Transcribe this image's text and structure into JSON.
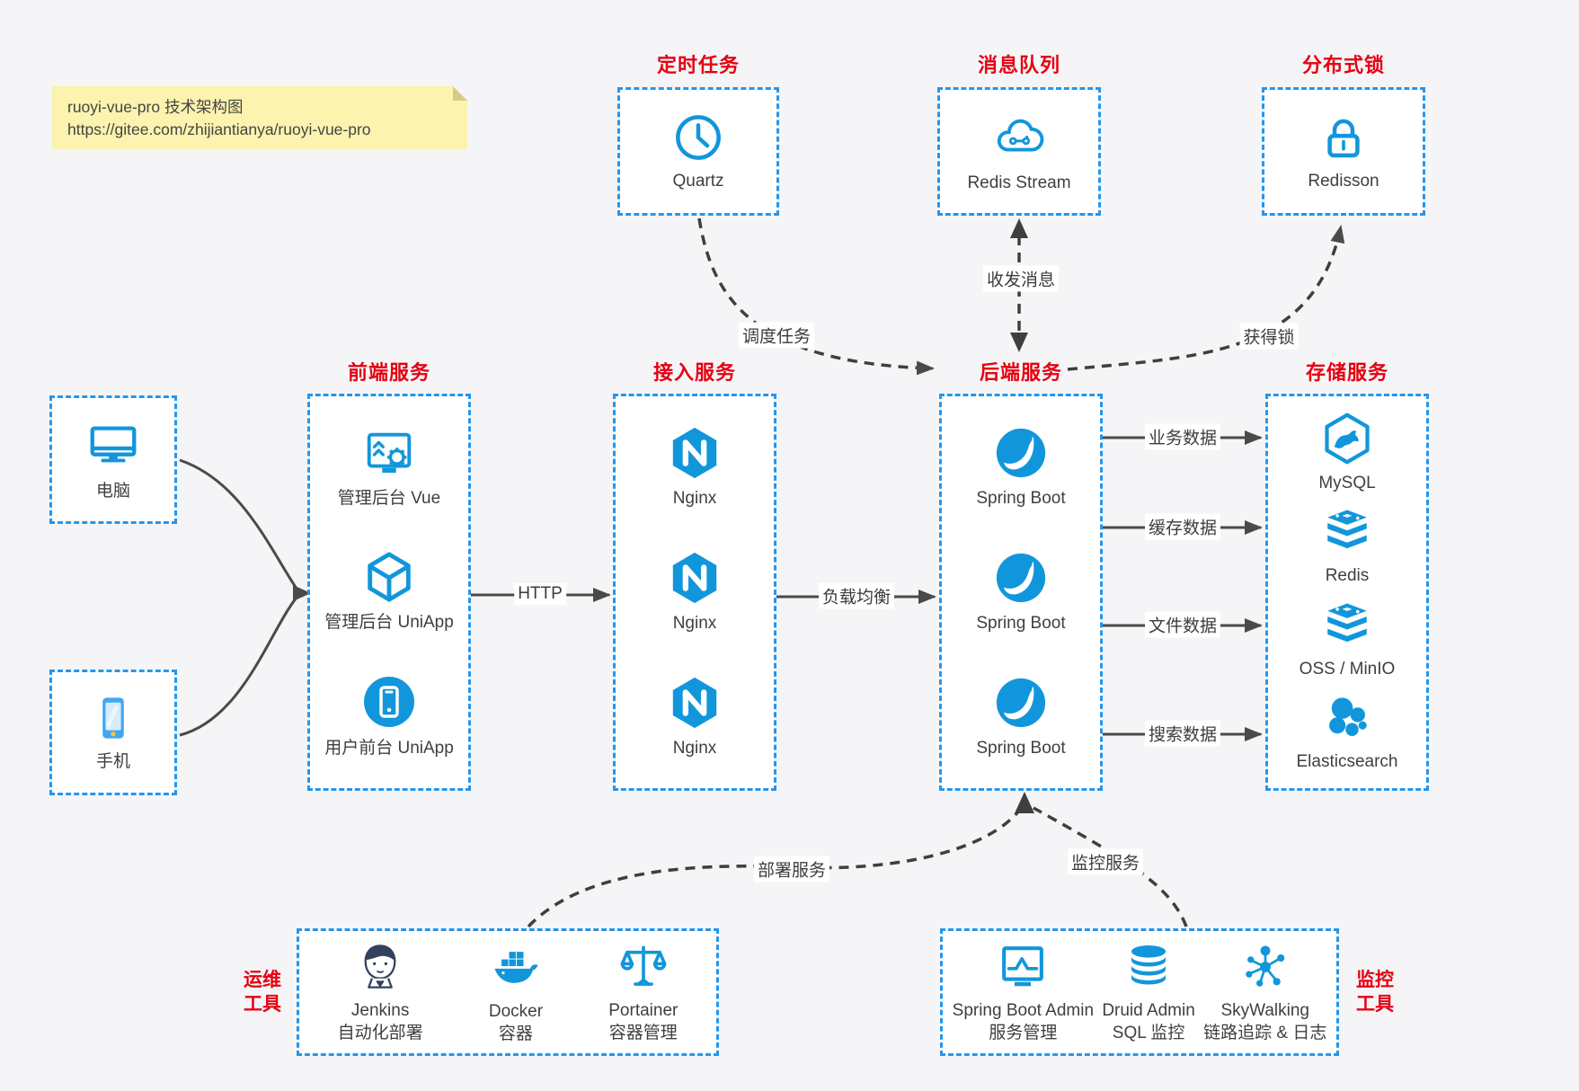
{
  "note": {
    "title": "ruoyi-vue-pro 技术架构图",
    "url": "https://gitee.com/zhijiantianya/ruoyi-vue-pro"
  },
  "colors": {
    "accent_blue": "#1296db",
    "border_blue": "#2496ed",
    "title_red": "#e60012",
    "note_bg": "#fbf3ae",
    "arrow_gray": "#4a4a4a",
    "background": "#f5f5f7"
  },
  "top_groups": [
    {
      "title": "定时任务",
      "item": {
        "icon": "clock-icon",
        "label": "Quartz"
      }
    },
    {
      "title": "消息队列",
      "item": {
        "icon": "cloud-mq-icon",
        "label": "Redis Stream"
      }
    },
    {
      "title": "分布式锁",
      "item": {
        "icon": "lock-icon",
        "label": "Redisson"
      }
    }
  ],
  "clients": [
    {
      "icon": "computer-icon",
      "label": "电脑"
    },
    {
      "icon": "phone-icon",
      "label": "手机"
    }
  ],
  "columns": [
    {
      "title": "前端服务",
      "items": [
        {
          "icon": "admin-vue-icon",
          "label": "管理后台 Vue"
        },
        {
          "icon": "uniapp-cube-icon",
          "label": "管理后台 UniApp"
        },
        {
          "icon": "mobile-app-icon",
          "label": "用户前台 UniApp"
        }
      ]
    },
    {
      "title": "接入服务",
      "items": [
        {
          "icon": "nginx-icon",
          "label": "Nginx"
        },
        {
          "icon": "nginx-icon",
          "label": "Nginx"
        },
        {
          "icon": "nginx-icon",
          "label": "Nginx"
        }
      ]
    },
    {
      "title": "后端服务",
      "items": [
        {
          "icon": "spring-boot-icon",
          "label": "Spring Boot"
        },
        {
          "icon": "spring-boot-icon",
          "label": "Spring Boot"
        },
        {
          "icon": "spring-boot-icon",
          "label": "Spring Boot"
        }
      ]
    },
    {
      "title": "存储服务",
      "items": [
        {
          "icon": "mysql-icon",
          "label": "MySQL"
        },
        {
          "icon": "redis-icon",
          "label": "Redis"
        },
        {
          "icon": "oss-icon",
          "label": "OSS / MinIO"
        },
        {
          "icon": "elasticsearch-icon",
          "label": "Elasticsearch"
        }
      ]
    }
  ],
  "bottom_groups": [
    {
      "side_title": [
        "运维",
        "工具"
      ],
      "items": [
        {
          "icon": "jenkins-icon",
          "name": "Jenkins",
          "desc": "自动化部署"
        },
        {
          "icon": "docker-icon",
          "name": "Docker",
          "desc": "容器"
        },
        {
          "icon": "portainer-icon",
          "name": "Portainer",
          "desc": "容器管理"
        }
      ]
    },
    {
      "side_title": [
        "监控",
        "工具"
      ],
      "items": [
        {
          "icon": "spring-boot-admin-icon",
          "name": "Spring Boot Admin",
          "desc": "服务管理"
        },
        {
          "icon": "druid-icon",
          "name": "Druid Admin",
          "desc": "SQL 监控"
        },
        {
          "icon": "skywalking-icon",
          "name": "SkyWalking",
          "desc": "链路追踪 & 日志"
        }
      ]
    }
  ],
  "edges": {
    "http": "HTTP",
    "load_balance": "负载均衡",
    "schedule": "调度任务",
    "message": "收发消息",
    "get_lock": "获得锁",
    "biz_data": "业务数据",
    "cache_data": "缓存数据",
    "file_data": "文件数据",
    "search_data": "搜索数据",
    "deploy": "部署服务",
    "monitor": "监控服务"
  }
}
